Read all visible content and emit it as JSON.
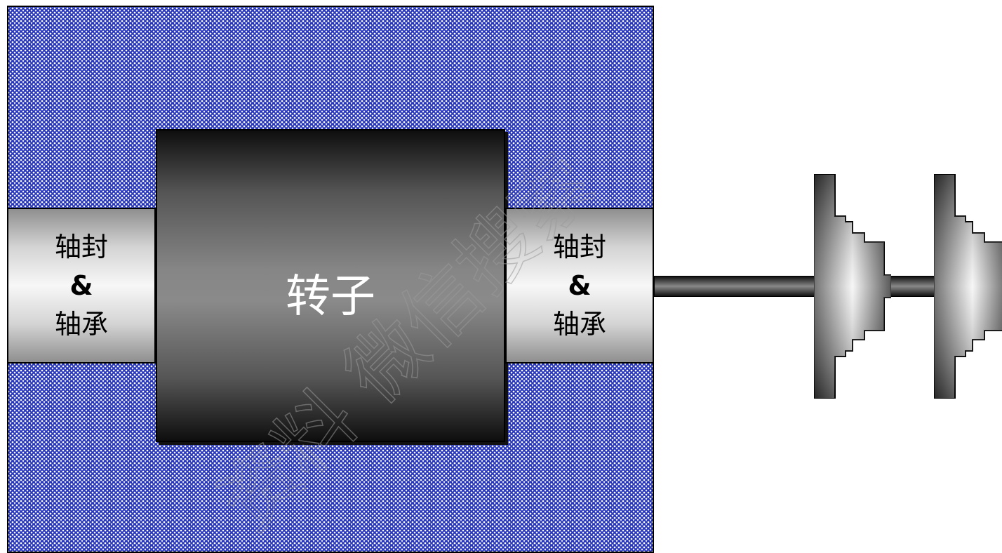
{
  "diagram": {
    "seal_left": {
      "line1": "轴封",
      "line2": "&",
      "line3": "轴承"
    },
    "seal_right": {
      "line1": "轴封",
      "line2": "&",
      "line3": "轴承"
    },
    "rotor_label": "转子",
    "colors": {
      "casing_pattern": "#2433b8",
      "outline": "#000000",
      "rotor_dark": "#0e0e0e",
      "rotor_light": "#8a8a8a",
      "seal_light": "#f7f7f7"
    }
  },
  "watermark": {
    "text": "资料 微信搜索"
  }
}
